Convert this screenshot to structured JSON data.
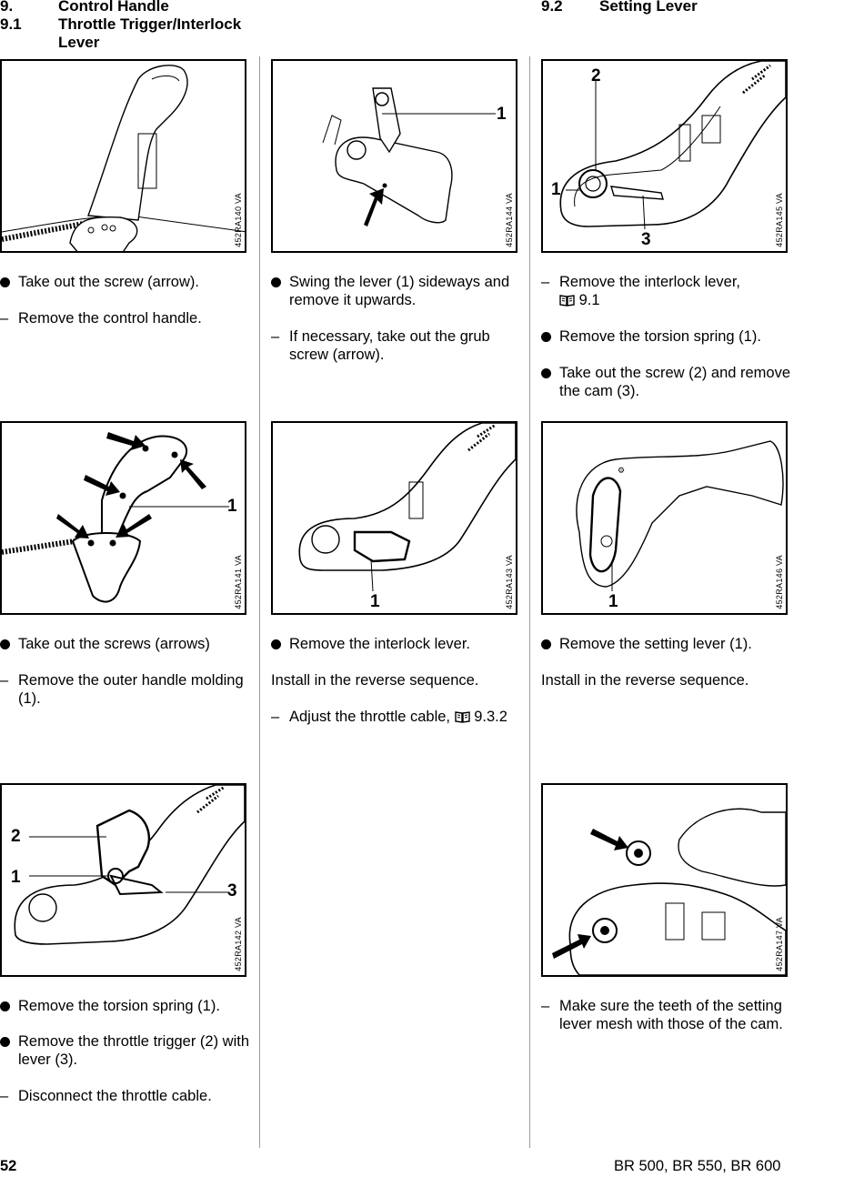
{
  "header": {
    "section_number": "9.",
    "section_title": "Control Handle",
    "sub1_number": "9.1",
    "sub1_title_line1": "Throttle Trigger/Interlock",
    "sub1_title_line2": "Lever",
    "sub2_number": "9.2",
    "sub2_title": "Setting Lever"
  },
  "figures": {
    "fig140": {
      "code": "452RA140 VA"
    },
    "fig144": {
      "code": "452RA144 VA",
      "callout1": "1"
    },
    "fig145": {
      "code": "452RA145 VA",
      "callout1": "1",
      "callout2": "2",
      "callout3": "3"
    },
    "fig141": {
      "code": "452RA141 VA",
      "callout1": "1"
    },
    "fig143": {
      "code": "452RA143 VA",
      "callout1": "1"
    },
    "fig146": {
      "code": "452RA146 VA",
      "callout1": "1"
    },
    "fig142": {
      "code": "452RA142 VA",
      "callout1": "1",
      "callout2": "2",
      "callout3": "3"
    },
    "fig147": {
      "code": "452RA147 VA"
    }
  },
  "steps": {
    "c1r1": [
      {
        "marker": "bullet",
        "text": "Take out the screw (arrow)."
      },
      {
        "marker": "–",
        "text": "Remove the control handle."
      }
    ],
    "c2r1": [
      {
        "marker": "bullet",
        "text": "Swing the lever (1) sideways and remove it upwards."
      },
      {
        "marker": "–",
        "text": "If necessary, take out the grub screw (arrow)."
      }
    ],
    "c3r1": [
      {
        "marker": "–",
        "text": "Remove the interlock lever,",
        "ref": "9.1"
      },
      {
        "marker": "bullet",
        "text": "Remove the torsion spring (1)."
      },
      {
        "marker": "bullet",
        "text": "Take out the screw (2) and remove the cam (3)."
      }
    ],
    "c1r2": [
      {
        "marker": "bullet",
        "text": "Take out the screws (arrows)"
      },
      {
        "marker": "–",
        "text": "Remove the outer handle molding (1)."
      }
    ],
    "c2r2": [
      {
        "marker": "bullet",
        "text": "Remove the interlock lever."
      },
      {
        "marker": "none",
        "text": "Install in the reverse sequence."
      },
      {
        "marker": "–",
        "text": "Adjust the throttle cable,",
        "ref": "9.3.2"
      }
    ],
    "c3r2": [
      {
        "marker": "bullet",
        "text": "Remove the setting lever (1)."
      },
      {
        "marker": "none",
        "text": "Install in the reverse sequence."
      }
    ],
    "c1r3": [
      {
        "marker": "bullet",
        "text": "Remove the torsion spring (1)."
      },
      {
        "marker": "bullet",
        "text": "Remove the throttle trigger (2) with lever (3)."
      },
      {
        "marker": "–",
        "text": "Disconnect the throttle cable."
      }
    ],
    "c3r3": [
      {
        "marker": "–",
        "text": "Make sure the teeth of the setting lever mesh with those of the cam."
      }
    ]
  },
  "footer": {
    "page_number": "52",
    "models": "BR 500, BR 550, BR 600"
  }
}
